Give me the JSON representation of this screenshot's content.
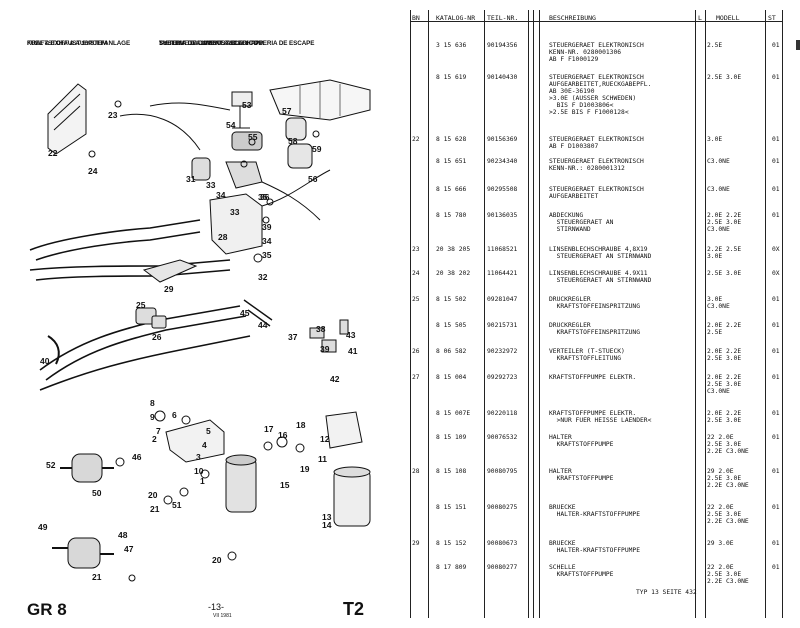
{
  "header": {
    "lines": [
      [
        "KRAFTSTOFF & AUSPUFFANLAGE",
        "SYSTEME D'ALIMENT. & D'ECHAPP."
      ],
      [
        "FUEL & EXHAUST SYSTEM",
        "SISTEMA D'ALIMENT. & SCARICO"
      ],
      [
        "",
        "TUBERIA DE COMBUSTIBLE Y TUBERIA DE ESCAPE"
      ]
    ]
  },
  "callouts": [
    "53",
    "23",
    "54",
    "55",
    "57",
    "58",
    "59",
    "22",
    "24",
    "56",
    "31",
    "33",
    "34",
    "35",
    "36",
    "33",
    "28",
    "39",
    "34",
    "35",
    "32",
    "29",
    "25",
    "26",
    "45",
    "44",
    "37",
    "38",
    "39",
    "43",
    "41",
    "42",
    "40",
    "8",
    "9",
    "6",
    "5",
    "4",
    "3",
    "7",
    "2",
    "10",
    "1",
    "17",
    "16",
    "18",
    "12",
    "11",
    "14",
    "15",
    "19",
    "13",
    "20",
    "21",
    "51",
    "52",
    "46",
    "50",
    "48",
    "49",
    "47",
    "21",
    "20"
  ],
  "footer": {
    "group": "GR 8",
    "page": "-13-",
    "date": "VII 1981",
    "tab": "T2"
  },
  "table": {
    "columns": [
      "BN",
      "KATALOG-NR",
      "TEIL-NR.",
      "BESCHREIBUNG",
      "L",
      "MODELL",
      "ST"
    ],
    "rows": [
      {
        "bn": "",
        "kat": "3 15 636",
        "teil": "90194356",
        "desc": [
          "STEUERGERAET ELEKTRONISCH",
          "KENN-NR. 0280001306",
          "AB F F1000129"
        ],
        "mod": [
          "2.5E"
        ],
        "st": "01"
      },
      {
        "bn": "",
        "kat": "8 15 619",
        "teil": "90140430",
        "desc": [
          "STEUERGERAET ELEKTRONISCH",
          "AUFGEARBEITET,RUECKGABEPFL.",
          "AB 30E-36190",
          ">3.0E (AUSSER SCHWEDEN)",
          "  BIS F D1003806<",
          ">2.5E BIS F F1000128<"
        ],
        "mod": [
          "2.5E 3.0E"
        ],
        "st": "01"
      },
      {
        "bn": "22",
        "kat": "8 15 628",
        "teil": "90156369",
        "desc": [
          "STEUERGERAET ELEKTRONISCH",
          "AB F D1003807"
        ],
        "mod": [
          "3.0E"
        ],
        "st": "01"
      },
      {
        "bn": "",
        "kat": "8 15 651",
        "teil": "90234340",
        "desc": [
          "STEUERGERAET ELEKTRONISCH",
          "KENN-NR.: 0280001312"
        ],
        "mod": [
          "C3.0NE"
        ],
        "st": "01"
      },
      {
        "bn": "",
        "kat": "8 15 666",
        "teil": "90295508",
        "desc": [
          "STEUERGERAET ELEKTRONISCH",
          "AUFGEARBEITET"
        ],
        "mod": [
          "C3.0NE"
        ],
        "st": "01"
      },
      {
        "bn": "",
        "kat": "8 15 780",
        "teil": "90136035",
        "desc": [
          "ABDECKUNG",
          "  STEUERGERAET AN",
          "  STIRNWAND"
        ],
        "mod": [
          "2.0E 2.2E",
          "2.5E 3.0E",
          "C3.0NE"
        ],
        "st": "01"
      },
      {
        "bn": "23",
        "kat": "20 38 205",
        "teil": "11068521",
        "desc": [
          "LINSENBLECHSCHRAUBE 4,8X19",
          "  STEUERGERAET AN STIRNWAND"
        ],
        "mod": [
          "2.2E 2.5E",
          "3.0E"
        ],
        "st": "0X"
      },
      {
        "bn": "24",
        "kat": "20 38 202",
        "teil": "11064421",
        "desc": [
          "LINSENBLECHSCHRAUBE 4.9X11",
          "  STEUERGERAET AN STIRNWAND"
        ],
        "mod": [
          "2.5E 3.0E"
        ],
        "st": "0X"
      },
      {
        "bn": "25",
        "kat": "8 15 502",
        "teil": "09281047",
        "desc": [
          "DRUCKREGLER",
          "  KRAFTSTOFFEINSPRITZUNG"
        ],
        "mod": [
          "3.0E",
          "C3.0NE"
        ],
        "st": "01"
      },
      {
        "bn": "",
        "kat": "8 15 505",
        "teil": "90215731",
        "desc": [
          "DRUCKREGLER",
          "  KRAFTSTOFFEINSPRITZUNG"
        ],
        "mod": [
          "2.0E 2.2E",
          "2.5E"
        ],
        "st": "01"
      },
      {
        "bn": "26",
        "kat": "8 06 582",
        "teil": "90232972",
        "desc": [
          "VERTEILER (T-STUECK)",
          "  KRAFTSTOFFLEITUNG"
        ],
        "mod": [
          "2.0E 2.2E",
          "2.5E 3.0E"
        ],
        "st": "01"
      },
      {
        "bn": "27",
        "kat": "8 15 004",
        "teil": "09292723",
        "desc": [
          "KRAFTSTOFFPUMPE ELEKTR."
        ],
        "mod": [
          "2.0E 2.2E",
          "2.5E 3.0E",
          "C3.0NE"
        ],
        "st": "01"
      },
      {
        "bn": "",
        "kat": "8 15 007E",
        "teil": "90220118",
        "desc": [
          "KRAFTSTOFFPUMPE ELEKTR.",
          "  >NUR FUER HEISSE LAENDER<"
        ],
        "mod": [
          "2.0E 2.2E",
          "2.5E 3.0E"
        ],
        "st": "01"
      },
      {
        "bn": "",
        "kat": "8 15 109",
        "teil": "90076532",
        "desc": [
          "HALTER",
          "  KRAFTSTOFFPUMPE"
        ],
        "mod": [
          "22 2.0E",
          "2.5E 3.0E",
          "2.2E C3.0NE"
        ],
        "st": "01"
      },
      {
        "bn": "28",
        "kat": "8 15 108",
        "teil": "90080795",
        "desc": [
          "HALTER",
          "  KRAFTSTOFFPUMPE"
        ],
        "mod": [
          "29 2.0E",
          "2.5E 3.0E",
          "2.2E C3.0NE"
        ],
        "st": "01"
      },
      {
        "bn": "",
        "kat": "8 15 151",
        "teil": "90080275",
        "desc": [
          "BRUECKE",
          "  HALTER-KRAFTSTOFFPUMPE"
        ],
        "mod": [
          "22 2.0E",
          "2.5E 3.0E",
          "2.2E C3.0NE"
        ],
        "st": "01"
      },
      {
        "bn": "29",
        "kat": "8 15 152",
        "teil": "90080673",
        "desc": [
          "BRUECKE",
          "  HALTER-KRAFTSTOFFPUMPE"
        ],
        "mod": [
          "29 3.0E"
        ],
        "st": "01"
      },
      {
        "bn": "",
        "kat": "8 17 809",
        "teil": "90080277",
        "desc": [
          "SCHELLE",
          "  KRAFTSTOFFPUMPE"
        ],
        "mod": [
          "22 2.0E",
          "2.5E 3.0E",
          "2.2E C3.0NE"
        ],
        "st": "01"
      }
    ],
    "footer_label": "TYP 13 SEITE",
    "footer_page": "432"
  }
}
